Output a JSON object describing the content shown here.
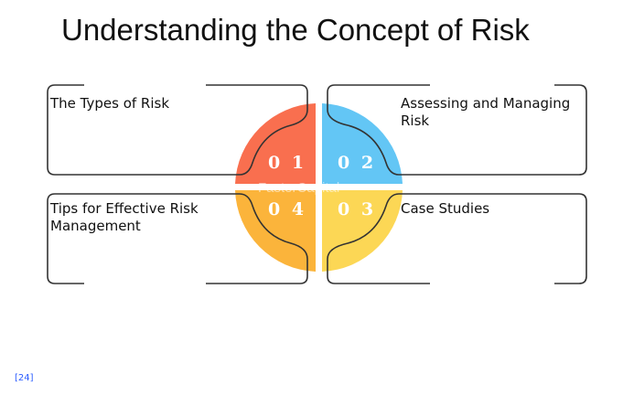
{
  "title": "Understanding the Concept of Risk",
  "items": [
    {
      "number": "0 1",
      "label": "The Types of Risk",
      "color": "#f96f4f"
    },
    {
      "number": "0 2",
      "label": "Assessing and Managing Risk",
      "color": "#63c6f5"
    },
    {
      "number": "0 3",
      "label": "Case Studies",
      "color": "#fcd755"
    },
    {
      "number": "0 4",
      "label": "Tips for Effective Risk Management",
      "color": "#fbb43b"
    }
  ],
  "watermark": "FasterCapital",
  "citation": "[24]"
}
